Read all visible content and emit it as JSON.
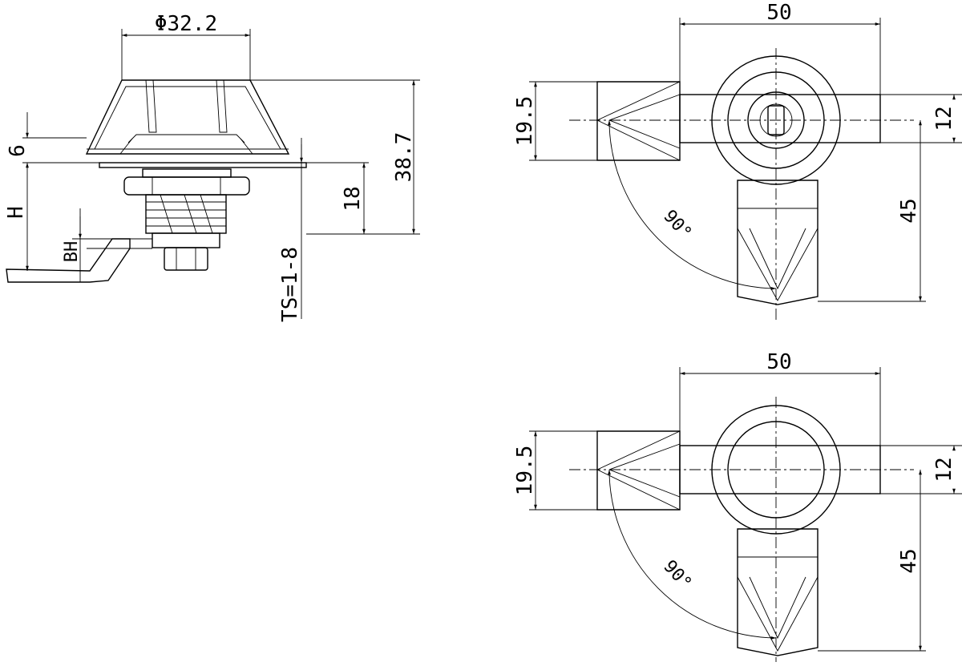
{
  "side_view": {
    "diameter": "Φ32.2",
    "height_total": "38.7",
    "dim_6": "6",
    "dim_18": "18",
    "dim_h": "H",
    "dim_bh": "BH",
    "dim_ts": "TS=1-8"
  },
  "top_view_locked": {
    "width": "50",
    "height_left": "19.5",
    "height_right": "12",
    "depth": "45",
    "angle": "90°"
  },
  "top_view_plain": {
    "width": "50",
    "height_left": "19.5",
    "height_right": "12",
    "depth": "45",
    "angle": "90°"
  }
}
